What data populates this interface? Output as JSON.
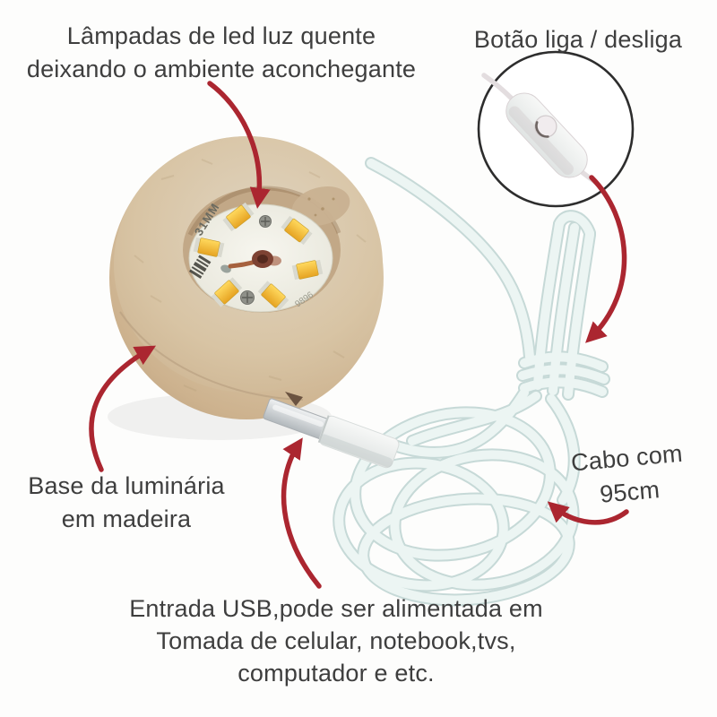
{
  "colors": {
    "annotation_red": "#ab2630",
    "text": "#3e3e3e",
    "wood": "#d2b893",
    "cable": "#ecf5f3",
    "led_yellow": "#f0c040",
    "magnifier_circle": "#2d2d2d",
    "background": "#fdfdfc"
  },
  "annotations": {
    "led": {
      "line1": "Lâmpadas de led luz quente",
      "line2": "deixando o ambiente aconchegante"
    },
    "power_switch": {
      "label": "Botão liga / desliga"
    },
    "wood_base": {
      "line1": "Base da luminária",
      "line2": "em madeira"
    },
    "cable_length": {
      "line1": "Cabo com",
      "line2": "95cm"
    },
    "usb_input": {
      "line1": "Entrada USB,pode ser alimentada em",
      "line2": "Tomada de celular, notebook,tvs,",
      "line3": "computador e etc."
    }
  },
  "product": {
    "pcb_marking_size": "31MM",
    "pcb_marking_code": "9896"
  }
}
